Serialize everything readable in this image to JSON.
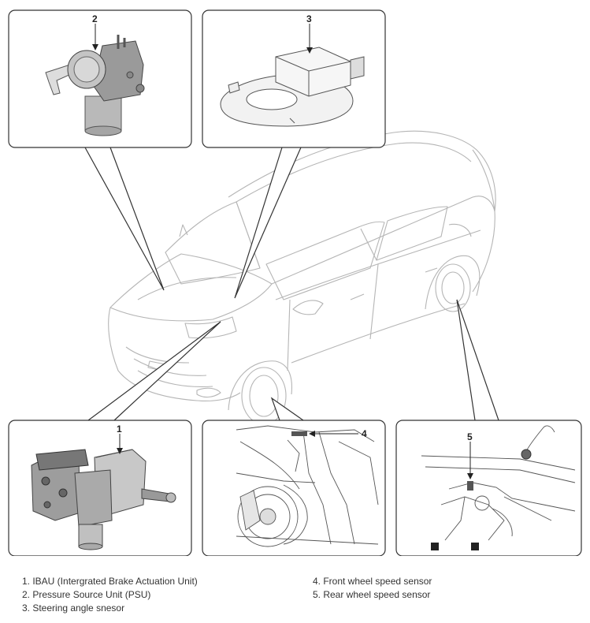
{
  "callouts": {
    "c1": "1",
    "c2": "2",
    "c3": "3",
    "c4": "4",
    "c5": "5"
  },
  "legend": {
    "left": [
      "1. IBAU (Intergrated Brake Actuation Unit)",
      "2. Pressure Source Unit (PSU)",
      "3. Steering angle snesor"
    ],
    "right": [
      "4. Front wheel speed sensor",
      "5. Rear wheel speed sensor"
    ]
  }
}
